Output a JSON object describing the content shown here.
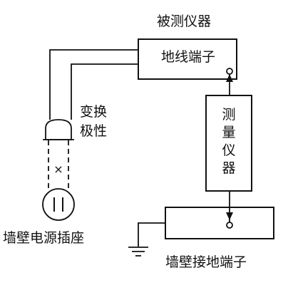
{
  "labels": {
    "instrument_title": "被测仪器",
    "ground_terminal": "地线端子",
    "measuring_instrument": [
      "测",
      "量",
      "仪",
      "器"
    ],
    "polarity_swap": [
      "变换",
      "极性"
    ],
    "wall_socket": "墙壁电源插座",
    "wall_ground_terminal": "墙壁接地端子",
    "cross_mark": "×"
  },
  "colors": {
    "line": "#111111",
    "background": "#ffffff"
  }
}
